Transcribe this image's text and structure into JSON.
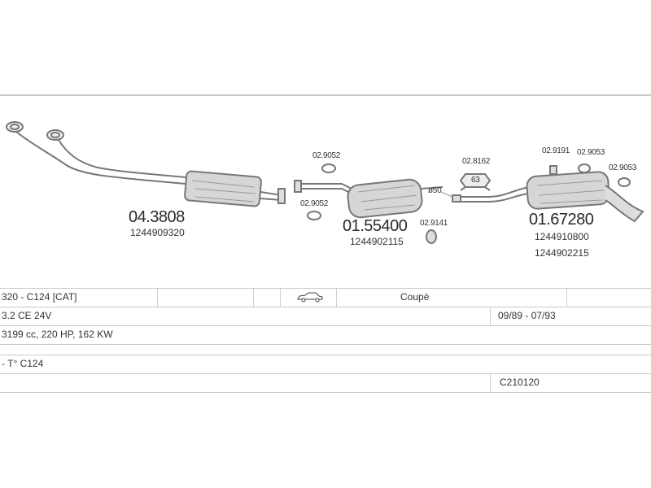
{
  "parts": {
    "main": [
      {
        "code": "04.3808",
        "ref": "1244909320"
      },
      {
        "code": "01.55400",
        "ref": "1244902115"
      },
      {
        "code": "01.67280",
        "ref": "1244910800",
        "ref2": "1244902215"
      }
    ],
    "small": {
      "gasket_a_upper": "02.9052",
      "gasket_a_lower": "02.9052",
      "clamp_50": "ø50",
      "mount_9141": "02.9141",
      "hanger_8162": "02.8162",
      "hanger_8162_size": "63",
      "part_9191": "02.9191",
      "part_9053_a": "02.9053",
      "part_9053_b": "02.9053"
    }
  },
  "info": {
    "model": "320 - C124  [CAT]",
    "body_type": "Coupè",
    "engine": "3.2 CE 24V",
    "period": "09/89 - 07/93",
    "specs": "3199 cc, 220 HP, 162 KW",
    "chassis": "- T° C124",
    "code": "C210120"
  },
  "icons": {
    "car": "car-coupe-icon"
  }
}
